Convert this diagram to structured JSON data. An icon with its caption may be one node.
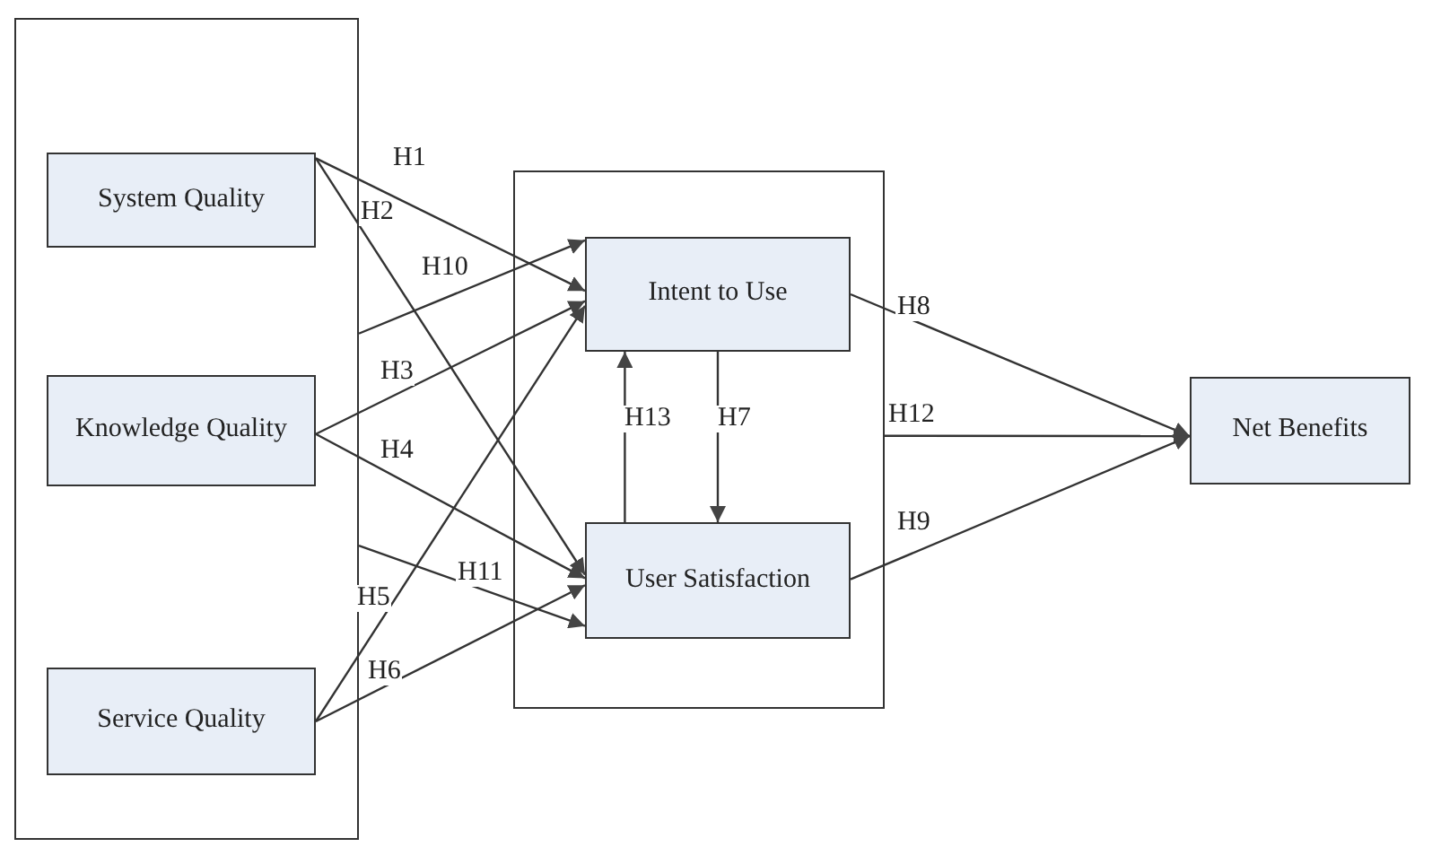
{
  "diagram": {
    "nodes": [
      {
        "text": [],
        "shape": "box"
      },
      {
        "text": [
          "System Quality"
        ],
        "in": 0
      },
      {
        "text": [
          "Knowledge Quality"
        ],
        "in": 0
      },
      {
        "text": [
          "Service Quality"
        ],
        "in": 0
      },
      {
        "text": [],
        "shape": "box"
      },
      {
        "text": [
          "Intent to Use"
        ],
        "in": 4
      },
      {
        "text": [
          "User Satisfaction"
        ],
        "in": 4
      },
      {
        "text": [
          "Net Benefits"
        ]
      }
    ],
    "edges": [
      {
        "from": 1,
        "to": 5,
        "arrow": "to",
        "label": "H1"
      },
      {
        "from": 1,
        "to": 6,
        "arrow": "to",
        "label": "H2"
      },
      {
        "from": 0,
        "to": 5,
        "arrow": "to",
        "label": "H10"
      },
      {
        "from": 2,
        "to": 5,
        "arrow": "to",
        "label": "H3"
      },
      {
        "from": 2,
        "to": 6,
        "arrow": "to",
        "label": "H4"
      },
      {
        "from": 0,
        "to": 6,
        "arrow": "to",
        "label": "H11"
      },
      {
        "from": 3,
        "to": 5,
        "arrow": "to",
        "label": "H5"
      },
      {
        "from": 3,
        "to": 6,
        "arrow": "to",
        "label": "H6"
      },
      {
        "from": 6,
        "to": 5,
        "arrow": "to",
        "label": "H13"
      },
      {
        "from": 5,
        "to": 6,
        "arrow": "to",
        "label": "H7"
      },
      {
        "from": 5,
        "to": 7,
        "arrow": "to",
        "label": "H8"
      },
      {
        "from": 4,
        "to": 7,
        "arrow": "to",
        "label": "H12"
      },
      {
        "from": 6,
        "to": 7,
        "arrow": "to",
        "label": "H9"
      }
    ]
  }
}
